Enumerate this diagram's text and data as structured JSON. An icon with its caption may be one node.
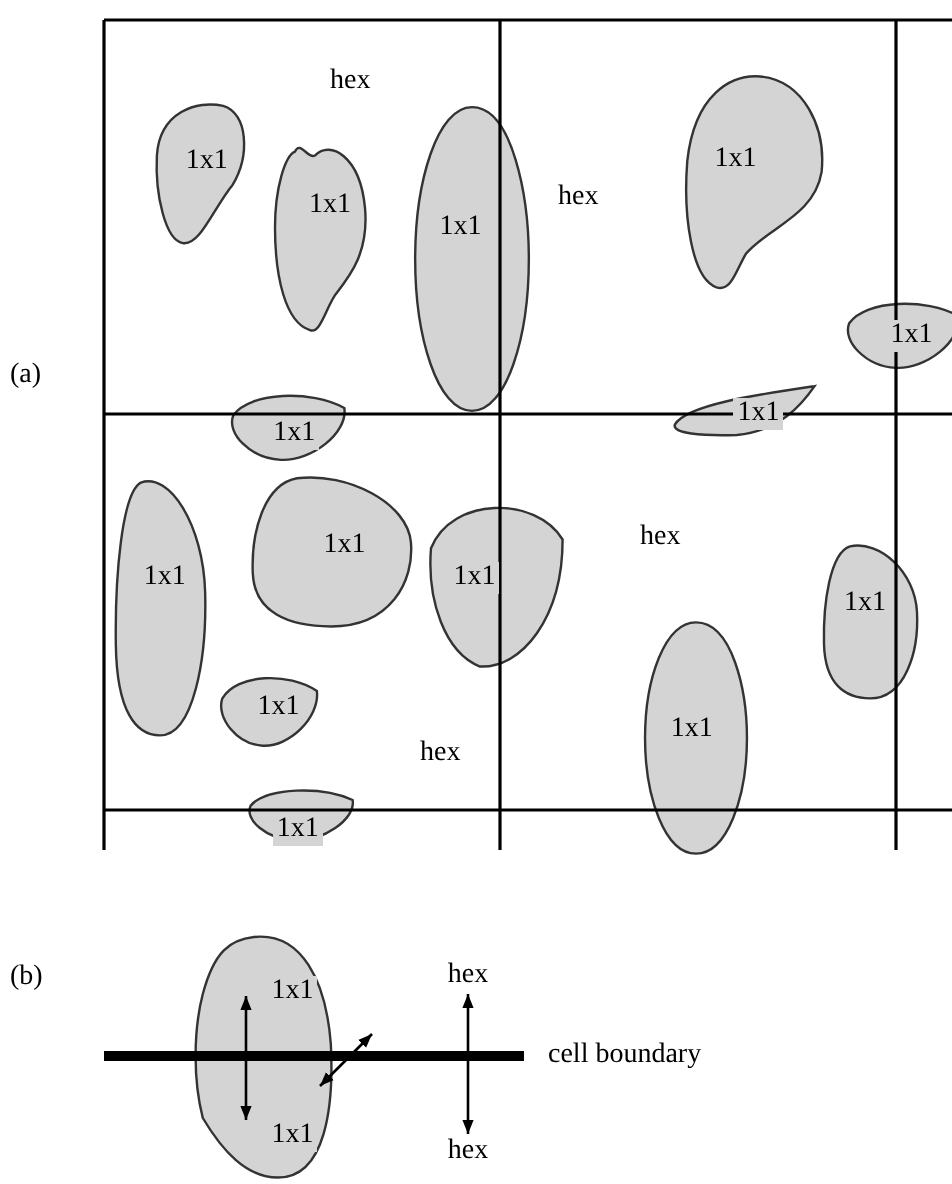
{
  "diagram": {
    "nodes": [
      {
        "text": [
          "1x1"
        ]
      },
      {
        "text": [
          "1x1"
        ]
      },
      {
        "text": [
          "1x1"
        ]
      },
      {
        "text": [
          "1x1"
        ]
      },
      {
        "text": [
          "1x1"
        ]
      },
      {
        "text": [
          "1x1"
        ]
      },
      {
        "text": [
          "1x1"
        ]
      },
      {
        "text": [
          "1x1"
        ]
      },
      {
        "text": [
          "1x1"
        ]
      },
      {
        "text": [
          "1x1"
        ]
      },
      {
        "text": [
          "1x1"
        ]
      },
      {
        "text": [
          "1x1"
        ]
      },
      {
        "text": [
          "1x1"
        ]
      },
      {
        "text": [
          "1x1"
        ]
      },
      {
        "text": [
          "1x1",
          "1x1"
        ]
      },
      {
        "text": [
          "hex"
        ]
      },
      {
        "text": [
          "hex"
        ]
      }
    ],
    "edges": [
      {
        "from": 15,
        "to": 16,
        "arrow": "both"
      }
    ],
    "labels": [
      "hex",
      "hex",
      "(a)",
      "hex",
      "hex",
      "(b)",
      "cell boundary"
    ]
  }
}
